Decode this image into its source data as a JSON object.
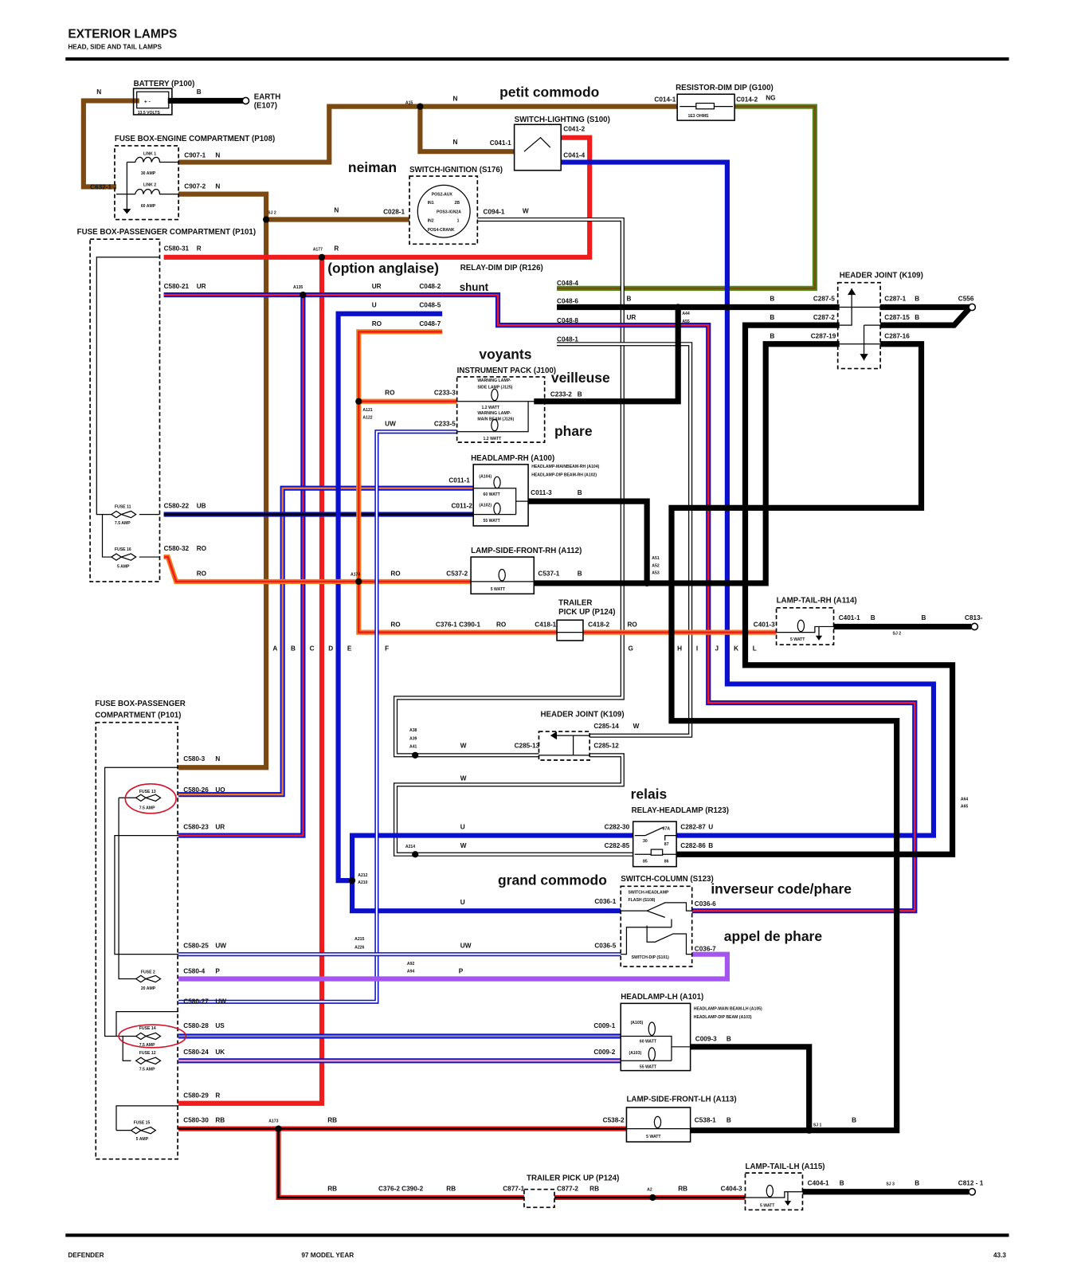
{
  "header": {
    "title": "EXTERIOR LAMPS",
    "subtitle": "HEAD, SIDE AND TAIL LAMPS"
  },
  "footer": {
    "model": "DEFENDER",
    "year": "97 MODEL YEAR",
    "page": "43.3"
  },
  "annotation_color": "#d0142c",
  "annotations": {
    "petit_commodo": "petit commodo",
    "neiman": "neiman",
    "option_anglaise": "(option anglaise)",
    "shunt": "shunt",
    "voyants": "voyants",
    "veilleuse": "veilleuse",
    "phare": "phare",
    "relais": "relais",
    "grand_commodo": "grand commodo",
    "inverseur": "inverseur code/phare",
    "appel": "appel de phare"
  },
  "wire_colors": {
    "N": "#7b4a12",
    "B": "#000000",
    "R": "#ee1c1c",
    "U": "#0a10cc",
    "W": "#ffffff",
    "G": "#4e8c16",
    "O": "#f47a20",
    "P": "#a455f0",
    "K": "#e79ac0",
    "S": "#8c8ca8"
  },
  "components": {
    "battery": {
      "name": "BATTERY (P100)",
      "rating": "13.5 VOLTS",
      "terminals": "+  -"
    },
    "earth": {
      "name": "EARTH",
      "id": "(E107)"
    },
    "fuse_box_engine": {
      "name": "FUSE BOX-ENGINE COMPARTMENT (P108)",
      "link1": "LINK 1",
      "link1_rating": "30 AMP",
      "link2": "LINK 2",
      "link2_rating": "60 AMP"
    },
    "switch_lighting": {
      "name": "SWITCH-LIGHTING (S100)"
    },
    "switch_ignition": {
      "name": "SWITCH-IGNITION (S176)",
      "pos2": "POS2-AUX",
      "in1": "IN1",
      "p2b": "2B",
      "pos3": "POS3-IGN2A",
      "in2": "IN2",
      "p1": "1",
      "pos4": "POS4-CRANK"
    },
    "resistor": {
      "name": "RESISTOR-DIM DIP (G100)",
      "rating": "1E3 OHMS"
    },
    "fuse_box_passenger_top": {
      "name": "FUSE BOX-PASSENGER COMPARTMENT (P101)",
      "fuse11": "FUSE 11",
      "fuse11_rating": "7.5 AMP",
      "fuse16": "FUSE 16",
      "fuse16_rating": "5 AMP"
    },
    "relay_dim_dip": {
      "name": "RELAY-DIM DIP (R126)"
    },
    "header_joint_top": {
      "name": "HEADER JOINT (K109)"
    },
    "instrument_pack": {
      "name": "INSTRUMENT PACK (J100)",
      "side_lamp_1": "WARNING LAMP-",
      "side_lamp_2": "SIDE LAMP (J125)",
      "side_watt": "1.2 WATT",
      "main_beam_1": "WARNING LAMP-",
      "main_beam_2": "MAIN BEAM (J126)",
      "main_watt": "1.2 WATT"
    },
    "headlamp_rh": {
      "name": "HEADLAMP-RH (A100)",
      "main": "HEADLAMP-MAINBEAM-RH (A104)",
      "dip": "HEADLAMP-DIP BEAM-RH (A102)",
      "main_id": "(A104)",
      "main_watt": "60 WATT",
      "dip_id": "(A102)",
      "dip_watt": "55 WATT"
    },
    "lamp_side_front_rh": {
      "name": "LAMP-SIDE-FRONT-RH (A112)",
      "watt": "5 WATT"
    },
    "trailer_rh": {
      "name1": "TRAILER",
      "name2": "PICK UP (P124)"
    },
    "lamp_tail_rh": {
      "name": "LAMP-TAIL-RH (A114)",
      "watt": "5 WATT"
    },
    "fuse_box_passenger_bottom": {
      "name1": "FUSE BOX-PASSENGER",
      "name2": "COMPARTMENT (P101)",
      "fuse13": "FUSE 13",
      "fuse13_rating": "7.5 AMP",
      "fuse2": "FUSE 2",
      "fuse2_rating": "20 AMP",
      "fuse14": "FUSE 14",
      "fuse14_rating": "7.5 AMP",
      "fuse12": "FUSE 12",
      "fuse12_rating": "7.5 AMP",
      "fuse15": "FUSE 15",
      "fuse15_rating": "5 AMP"
    },
    "header_joint_mid": {
      "name": "HEADER JOINT (K109)"
    },
    "relay_headlamp": {
      "name": "RELAY-HEADLAMP (R123)",
      "p30": "30",
      "p87a": "87A",
      "p87": "87",
      "p85": "85",
      "p86": "86"
    },
    "switch_column": {
      "name": "SWITCH-COLUMN (S123)",
      "flash1": "SWITCH-HEADLAMP",
      "flash2": "FLASH (S108)",
      "dip": "SWITCH-DIP (S101)"
    },
    "headlamp_lh": {
      "name": "HEADLAMP-LH (A101)",
      "main": "HEADLAMP-MAIN BEAM-LH (A105)",
      "dip": "HEADLAMP-DIP BEAM (A103)",
      "main_id": "(A105)",
      "main_watt": "60 WATT",
      "dip_id": "(A103)",
      "dip_watt": "55 WATT"
    },
    "lamp_side_front_lh": {
      "name": "LAMP-SIDE-FRONT-LH (A113)",
      "watt": "5 WATT"
    },
    "trailer_lh": {
      "name": "TRAILER PICK UP (P124)"
    },
    "lamp_tail_lh": {
      "name": "LAMP-TAIL-LH (A115)",
      "watt": "5 WATT"
    }
  },
  "connector_labels": [
    "C632-1",
    "C907-1",
    "C907-2",
    "C028-1",
    "C094-1",
    "C041-1",
    "C041-2",
    "C041-4",
    "C014-1",
    "C014-2",
    "C580-31",
    "C580-21",
    "C048-2",
    "C048-5",
    "C048-7",
    "C048-4",
    "C048-6",
    "C048-8",
    "C048-1",
    "C287-5",
    "C287-2",
    "C287-19",
    "C287-1",
    "C287-15",
    "C287-16",
    "C556",
    "C233-3",
    "C233-2",
    "C233-5",
    "C011-1",
    "C011-2",
    "C011-3",
    "C580-22",
    "C580-32",
    "C537-2",
    "C537-1",
    "C376-1 C390-1",
    "C418-1",
    "C418-2",
    "C401-3",
    "C401-1",
    "C813-",
    "C580-3",
    "C580-26",
    "C580-23",
    "C285-14",
    "C285-13",
    "C285-12",
    "C282-30",
    "C282-85",
    "C282-87",
    "C282-86",
    "C036-1",
    "C036-6",
    "C036-5",
    "C036-7",
    "C580-25",
    "C580-4",
    "C580-27",
    "C580-28",
    "C580-24",
    "C009-1",
    "C009-2",
    "C009-3",
    "C580-29",
    "C580-30",
    "C538-2",
    "C538-1",
    "C376-2 C390-2",
    "C877-1",
    "C877-2",
    "C404-3",
    "C404-1",
    "C812 - 1"
  ],
  "wire_codes": [
    "N",
    "B",
    "N",
    "N",
    "N",
    "N",
    "N",
    "W",
    "NG",
    "R",
    "R",
    "UR",
    "UR",
    "U",
    "RO",
    "B",
    "UR",
    "B",
    "B",
    "B",
    "B",
    "B",
    "RO",
    "B",
    "UW",
    "B",
    "UB",
    "RO",
    "RO",
    "RO",
    "B",
    "RO",
    "RO",
    "RO",
    "B",
    "B",
    "N",
    "UO",
    "UR",
    "W",
    "W",
    "W",
    "U",
    "W",
    "U",
    "B",
    "U",
    "UW",
    "UW",
    "P",
    "P",
    "UW",
    "US",
    "UK",
    "B",
    "R",
    "RB",
    "RB",
    "B",
    "B",
    "RB",
    "RB",
    "RB",
    "RB",
    "B",
    "B"
  ],
  "splice_labels": [
    "A15",
    "SJ 2",
    "A177",
    "A135",
    "A44",
    "A55",
    "A121",
    "A122",
    "A174",
    "A51",
    "A52",
    "A53",
    "SJ 2",
    "A38",
    "A39",
    "A41",
    "A214",
    "A212",
    "A210",
    "A215",
    "A226",
    "A92",
    "A94",
    "A173",
    "A2",
    "SJ 1",
    "SJ 3",
    "A64",
    "A65"
  ],
  "harness_letters": [
    "A",
    "B",
    "C",
    "D",
    "E",
    "F",
    "G",
    "H",
    "I",
    "J",
    "K",
    "L"
  ]
}
